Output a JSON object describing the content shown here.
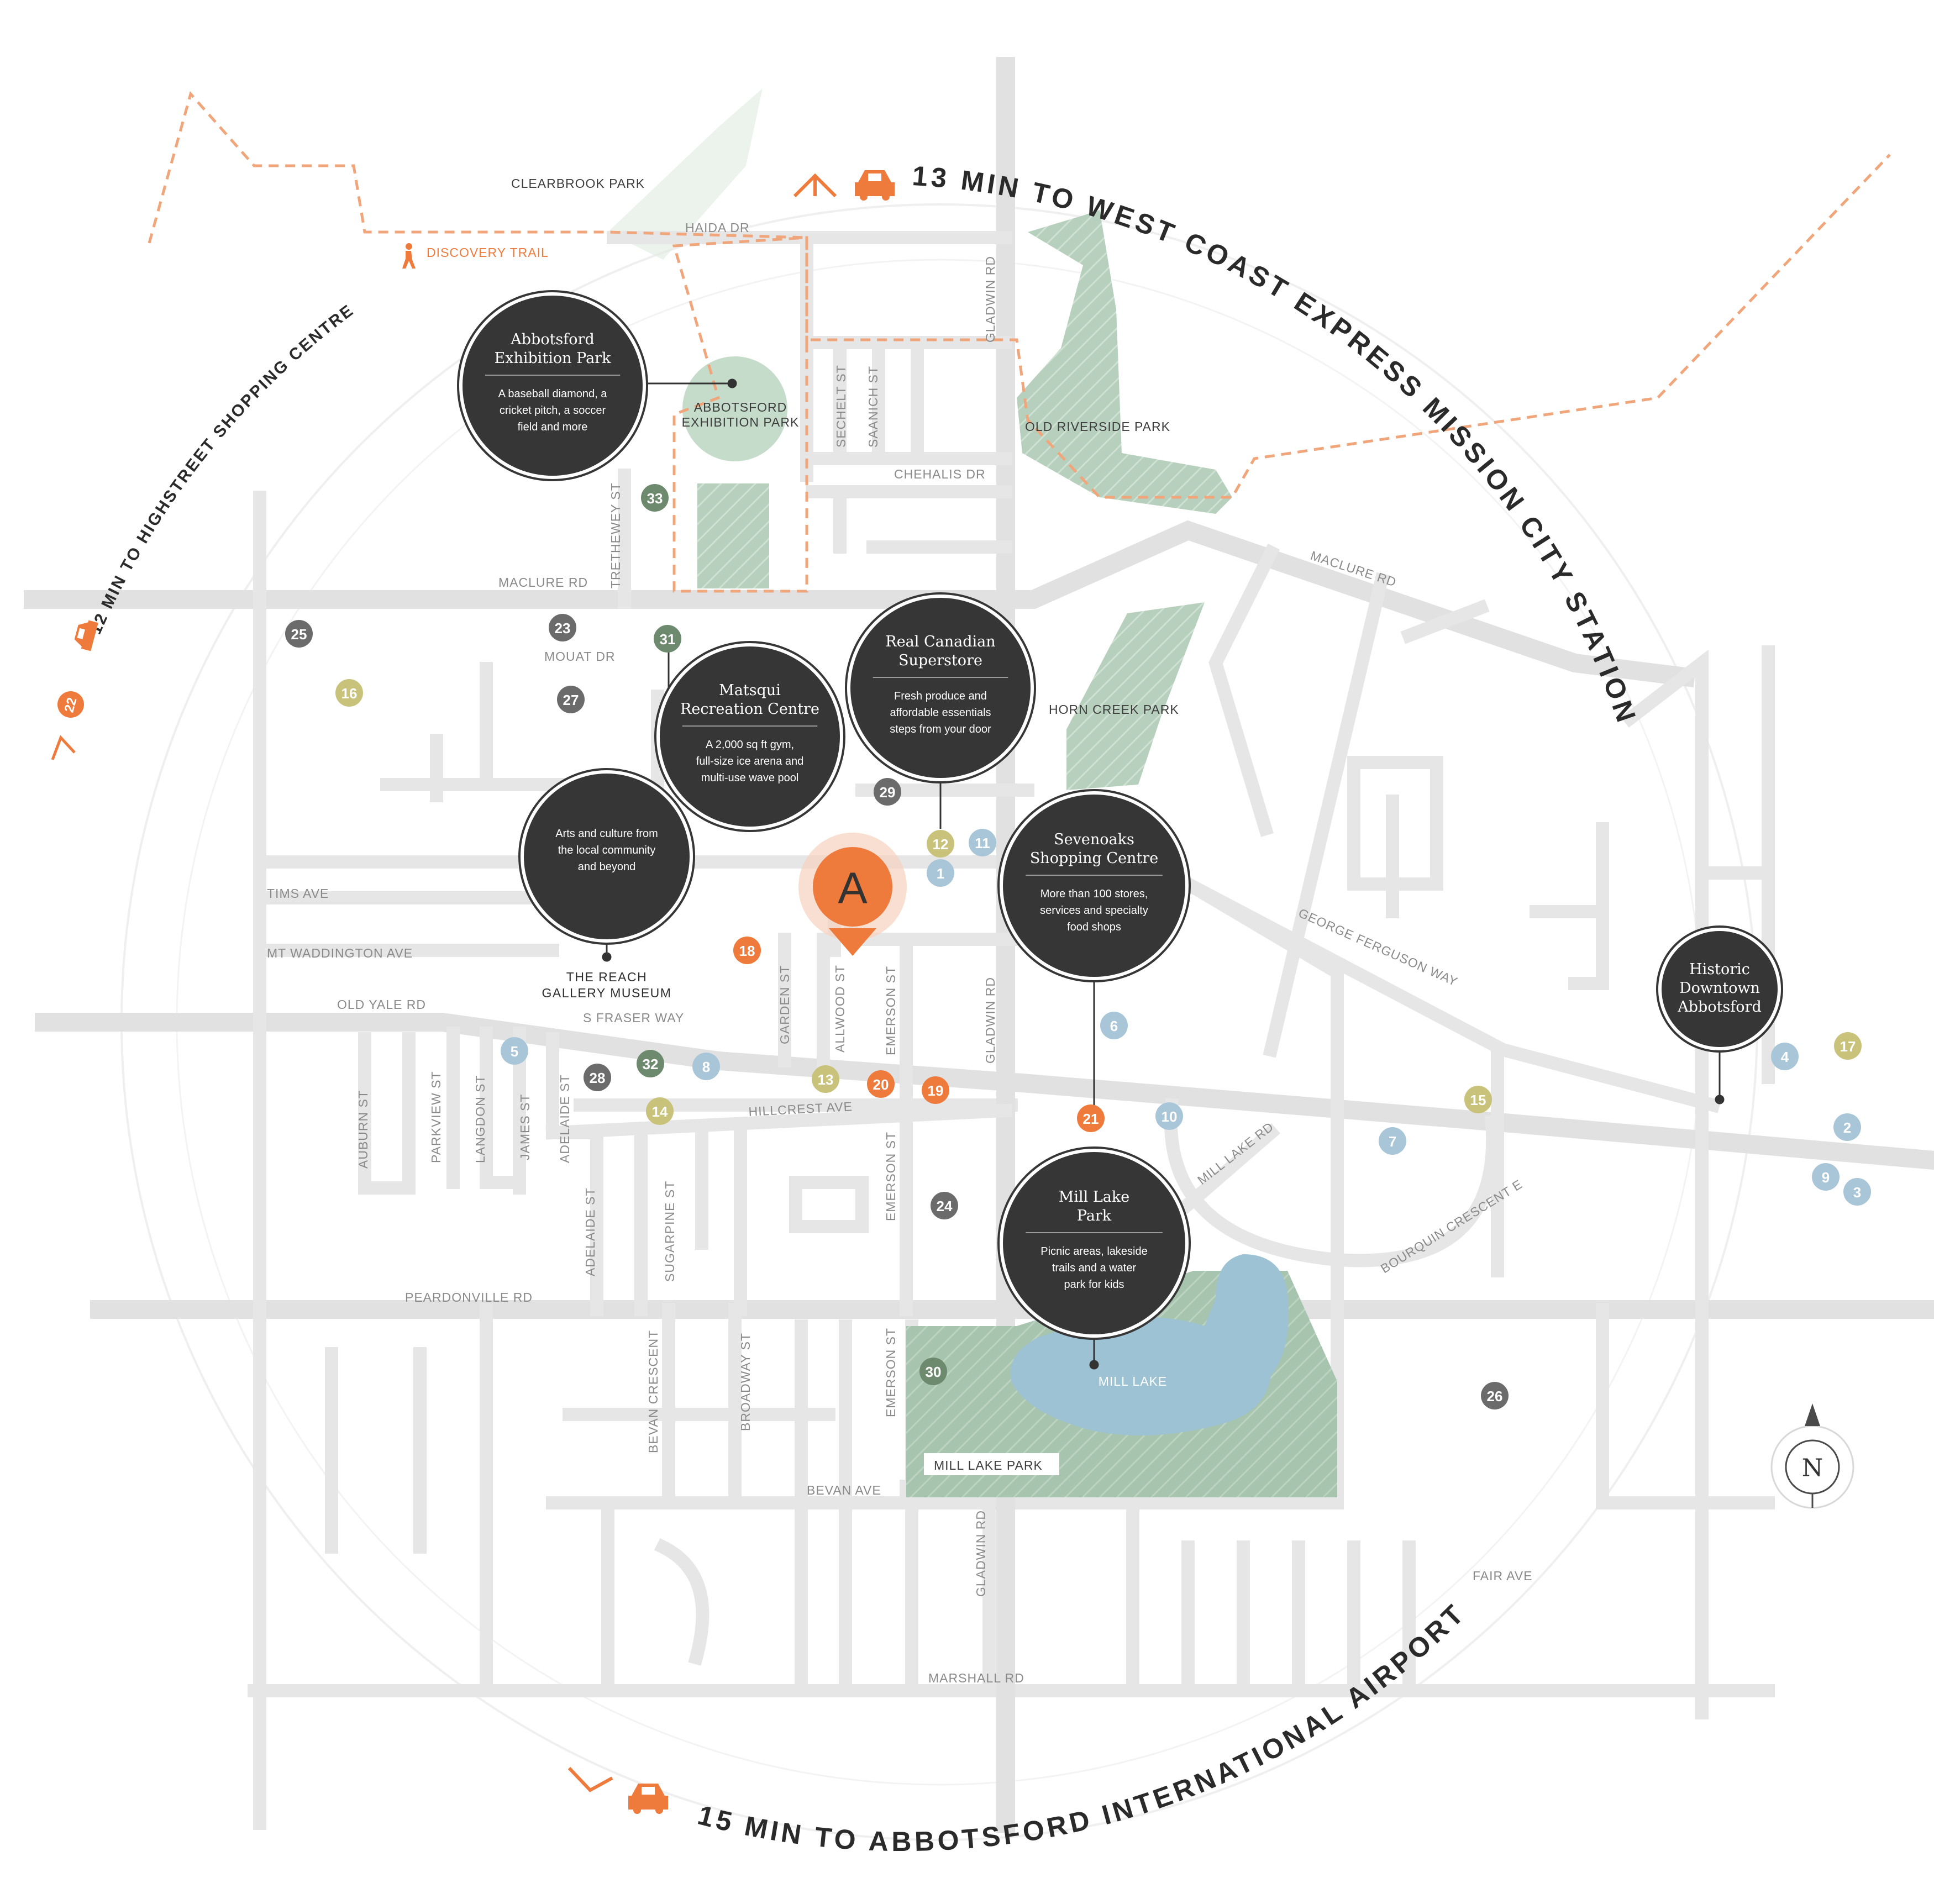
{
  "travel": {
    "north": "13 MIN TO  WEST COAST EXPRESS MISSION CITY STATION",
    "west": "12 MIN TO HIGHSTREET SHOPPING CENTRE",
    "west_badge": "22",
    "south": "15 MIN TO ABBOTSFORD INTERNATIONAL AIRPORT"
  },
  "trail_label": "DISCOVERY TRAIL",
  "site_marker": "A",
  "compass": "N",
  "parks": {
    "clearbrook": "CLEARBROOK PARK",
    "exhibition_1": "ABBOTSFORD",
    "exhibition_2": "EXHIBITION PARK",
    "old_riverside": "OLD RIVERSIDE PARK",
    "horn_creek": "HORN CREEK PARK",
    "mill_lake": "MILL LAKE",
    "mill_lake_park": "MILL LAKE PARK"
  },
  "places": {
    "reach_1": "THE REACH",
    "reach_2": "GALLERY MUSEUM"
  },
  "streets": {
    "haida": "HAIDA DR",
    "gladwin_n": "GLADWIN RD",
    "sechelt": "SECHELT ST",
    "saanich": "SAANICH ST",
    "chehalis": "CHEHALIS DR",
    "trethewey": "TRETHEWEY ST",
    "maclure_w": "MACLURE RD",
    "maclure_e": "MACLURE RD",
    "mouat": "MOUAT DR",
    "tims": "TIMS AVE",
    "mt_waddington": "MT WADDINGTON AVE",
    "old_yale": "OLD YALE RD",
    "s_fraser": "S FRASER WAY",
    "garden": "GARDEN ST",
    "allwood": "ALLWOOD ST",
    "emerson_n": "EMERSON ST",
    "gladwin_m": "GLADWIN RD",
    "george_ferguson": "GEORGE FERGUSON WAY",
    "hillcrest": "HILLCREST AVE",
    "auburn": "AUBURN ST",
    "parkview": "PARKVIEW ST",
    "langdon": "LANGDON ST",
    "james": "JAMES ST",
    "adelaide_n": "ADELAIDE ST",
    "adelaide_s": "ADELAIDE ST",
    "sugarpine": "SUGARPINE ST",
    "emerson_m": "EMERSON ST",
    "mill_lake_rd": "MILL LAKE RD",
    "bourquin": "BOURQUIN CRESCENT E",
    "peardonville": "PEARDONVILLE RD",
    "bevan_cres": "BEVAN CRESCENT",
    "broadway": "BROADWAY ST",
    "emerson_s": "EMERSON ST",
    "bevan_ave": "BEVAN AVE",
    "gladwin_s": "GLADWIN RD",
    "fair": "FAIR AVE",
    "marshall": "MARSHALL RD"
  },
  "callouts": [
    {
      "id": "exhibition",
      "title1": "Abbotsford",
      "title2": "Exhibition Park",
      "desc": [
        "A baseball diamond, a",
        "cricket pitch, a soccer",
        "field and more"
      ]
    },
    {
      "id": "matsqui",
      "title1": "Matsqui",
      "title2": "Recreation Centre",
      "desc": [
        "A 2,000 sq ft gym,",
        "full-size ice arena and",
        "multi-use wave pool"
      ]
    },
    {
      "id": "superstore",
      "title1": "Real Canadian",
      "title2": "Superstore",
      "desc": [
        "Fresh produce and",
        "affordable essentials",
        "steps from your door"
      ]
    },
    {
      "id": "reach",
      "title1": "",
      "title2": "",
      "desc": [
        "Arts and culture from",
        "the local community",
        "and beyond"
      ]
    },
    {
      "id": "sevenoaks",
      "title1": "Sevenoaks",
      "title2": "Shopping Centre",
      "desc": [
        "More than 100 stores,",
        "services and specialty",
        "food shops"
      ]
    },
    {
      "id": "downtown",
      "title1": "Historic",
      "title2": "Downtown",
      "title3": "Abbotsford",
      "desc": []
    },
    {
      "id": "milllake",
      "title1": "Mill Lake",
      "title2": "Park",
      "desc": [
        "Picnic areas, lakeside",
        "trails and a water",
        "park for kids"
      ]
    }
  ],
  "colors": {
    "orange": "#ee7a3c",
    "grey": "#6b6b6b",
    "green": "#6e8a6e",
    "yellow": "#c9c27a",
    "blue": "#a9c6d8",
    "callout": "#363636",
    "park": "#b9d3c0",
    "lake": "#9dc3d4"
  },
  "markers": [
    {
      "n": "1",
      "c": "blue"
    },
    {
      "n": "2",
      "c": "blue"
    },
    {
      "n": "3",
      "c": "blue"
    },
    {
      "n": "4",
      "c": "blue"
    },
    {
      "n": "5",
      "c": "blue"
    },
    {
      "n": "6",
      "c": "blue"
    },
    {
      "n": "7",
      "c": "blue"
    },
    {
      "n": "8",
      "c": "blue"
    },
    {
      "n": "9",
      "c": "blue"
    },
    {
      "n": "10",
      "c": "blue"
    },
    {
      "n": "11",
      "c": "blue"
    },
    {
      "n": "12",
      "c": "yellow"
    },
    {
      "n": "13",
      "c": "yellow"
    },
    {
      "n": "14",
      "c": "yellow"
    },
    {
      "n": "15",
      "c": "yellow"
    },
    {
      "n": "16",
      "c": "yellow"
    },
    {
      "n": "17",
      "c": "yellow"
    },
    {
      "n": "18",
      "c": "orange"
    },
    {
      "n": "19",
      "c": "orange"
    },
    {
      "n": "20",
      "c": "orange"
    },
    {
      "n": "21",
      "c": "orange"
    },
    {
      "n": "23",
      "c": "grey"
    },
    {
      "n": "24",
      "c": "grey"
    },
    {
      "n": "25",
      "c": "grey"
    },
    {
      "n": "26",
      "c": "grey"
    },
    {
      "n": "27",
      "c": "grey"
    },
    {
      "n": "28",
      "c": "grey"
    },
    {
      "n": "29",
      "c": "grey"
    },
    {
      "n": "30",
      "c": "green"
    },
    {
      "n": "31",
      "c": "green"
    },
    {
      "n": "32",
      "c": "green"
    },
    {
      "n": "33",
      "c": "green"
    }
  ]
}
